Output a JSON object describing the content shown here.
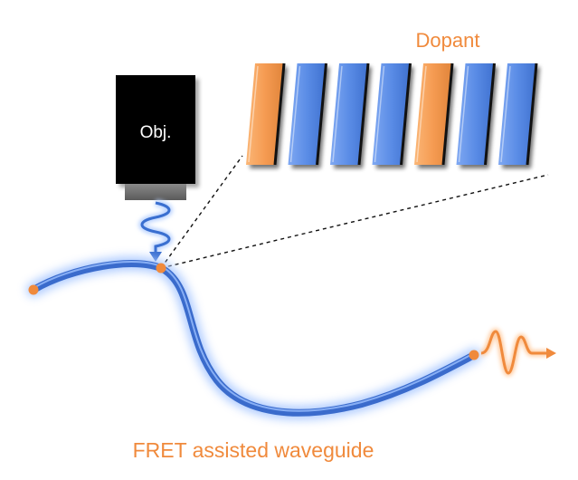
{
  "labels": {
    "objective": "Obj.",
    "dopant": "Dopant",
    "caption": "FRET assisted waveguide"
  },
  "colors": {
    "host": "#5b8fe8",
    "dopant": "#f5a15a",
    "accent": "#f08a3c",
    "waveguide": "#3f6fd0",
    "glow": "#a9c8ff",
    "objective_body": "#000000",
    "objective_lens": "#6b6b6b"
  },
  "slabs": [
    "dopant",
    "host",
    "host",
    "host",
    "dopant",
    "host",
    "host"
  ],
  "icons": {
    "excitation": "wavy-arrow-down-icon",
    "emission": "wavy-arrow-right-icon"
  }
}
